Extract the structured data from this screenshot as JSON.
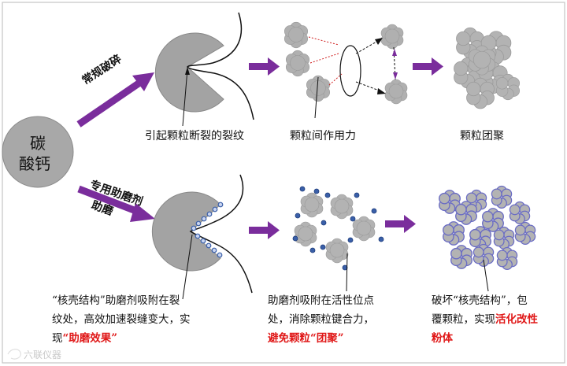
{
  "source": {
    "line1": "碳",
    "line2": "酸钙"
  },
  "top_path": {
    "arrow_label": "常规破碎",
    "crack_caption": "引起颗粒断裂的裂纹",
    "force_caption": "颗粒间作用力",
    "result_caption": "颗粒团聚"
  },
  "bottom_path": {
    "arrow_label_line1": "专用助磨剂",
    "arrow_label_line2": "助磨",
    "step1": {
      "line1": "“核壳结构”助磨剂吸附在裂",
      "line2": "纹处，高效加速裂缝变大，实",
      "line3_prefix": "现",
      "line3_highlight": "“助磨效果”"
    },
    "step2": {
      "line1": "助磨剂吸附在活性位点",
      "line2": "处，消除颗粒键合力，",
      "line3_highlight": "避免颗粒“团聚”"
    },
    "step3": {
      "line1": "破坏“核壳结构”，包",
      "line2_prefix": "覆颗粒，实现",
      "line2_highlight": "活化改性",
      "line3_highlight": "粉体"
    }
  },
  "watermark": "六联仪器",
  "colors": {
    "arrow": "#7a2d9c",
    "particle": "#a3a3a3",
    "additive": "#3a5fa8",
    "highlight": "#e01818",
    "frame": "#bdbdbd"
  }
}
